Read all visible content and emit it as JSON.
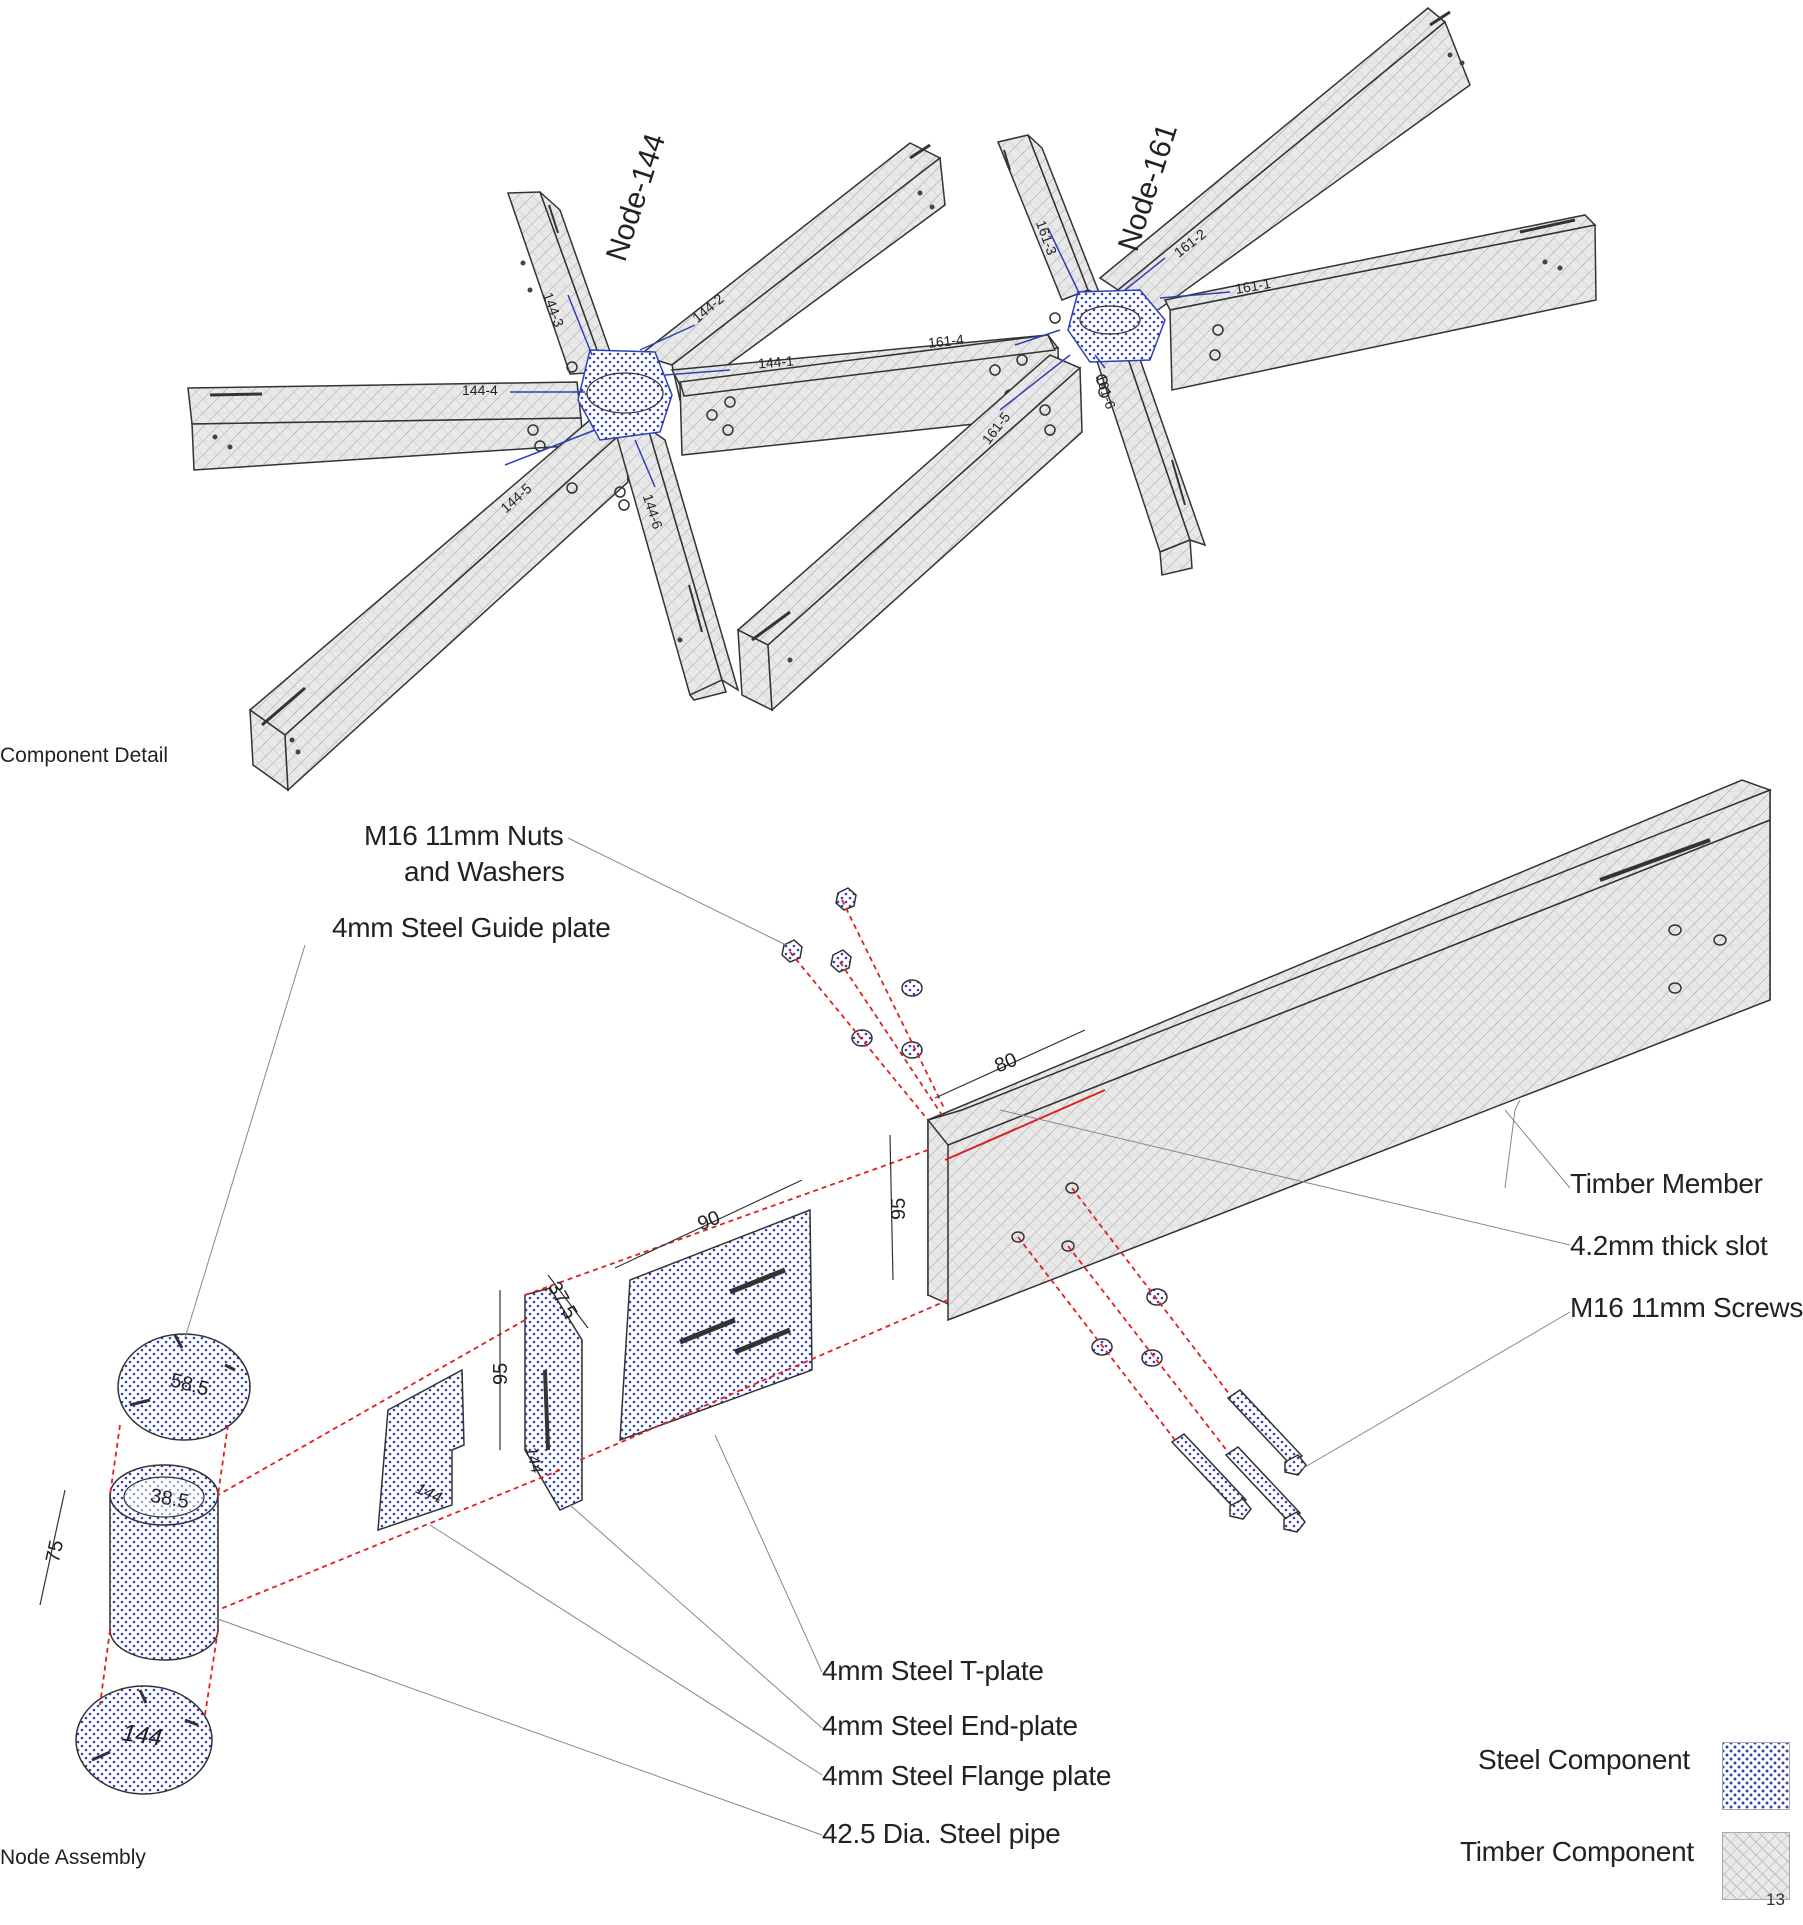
{
  "component_detail": {
    "section_label": "Component Detail",
    "nodes": [
      {
        "name": "Node-144",
        "members": [
          "144-1",
          "144-2",
          "144-3",
          "144-4",
          "144-5",
          "144-6"
        ]
      },
      {
        "name": "Node-161",
        "members": [
          "161-1",
          "161-2",
          "161-3",
          "161-4",
          "161-5",
          "161-6"
        ]
      }
    ]
  },
  "node_assembly": {
    "section_label": "Node Assembly",
    "callouts": {
      "nuts": [
        "M16 11mm Nuts",
        "and Washers"
      ],
      "guide_plate": "4mm Steel Guide plate",
      "timber_member": "Timber Member",
      "slot": "4.2mm thick slot",
      "screws": "M16 11mm Screws",
      "t_plate": "4mm Steel T-plate",
      "end_plate": "4mm Steel End-plate",
      "flange_plate": "4mm Steel Flange plate",
      "pipe": "42.5 Dia. Steel pipe"
    },
    "dimensions": {
      "timber_width": "80",
      "timber_height": "95",
      "t_plate_width": "90",
      "end_plate_width": "37.5",
      "end_plate_height": "95",
      "pipe_height": "75",
      "guide_plate_dia": "58.5",
      "pipe_inner": "38.5"
    },
    "part_marks": {
      "guide_plate_bottom": "144",
      "flange_plate": "144",
      "end_plate": "144"
    }
  },
  "legend": {
    "items": [
      {
        "label": "Steel Component",
        "pattern": "steel-dots"
      },
      {
        "label": "Timber Component",
        "pattern": "timber-hatch"
      }
    ]
  },
  "colors": {
    "steel": "#2f3fb8",
    "timber": "#cfcfcf",
    "dashed_lines": "#e02020",
    "outline": "#333333"
  },
  "page_number": "13"
}
